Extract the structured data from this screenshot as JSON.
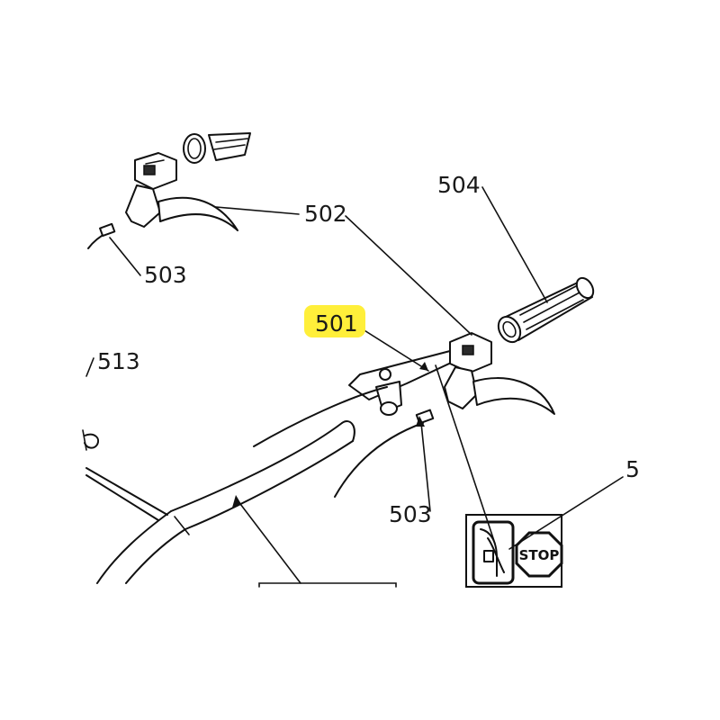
{
  "labels": {
    "l501": "501",
    "l502": "502",
    "l503a": "503",
    "l503b": "503",
    "l504": "504",
    "l513": "513",
    "l5": "5"
  },
  "highlight_color": "#ffef3a",
  "sign": {
    "stop_text": "STOP"
  }
}
